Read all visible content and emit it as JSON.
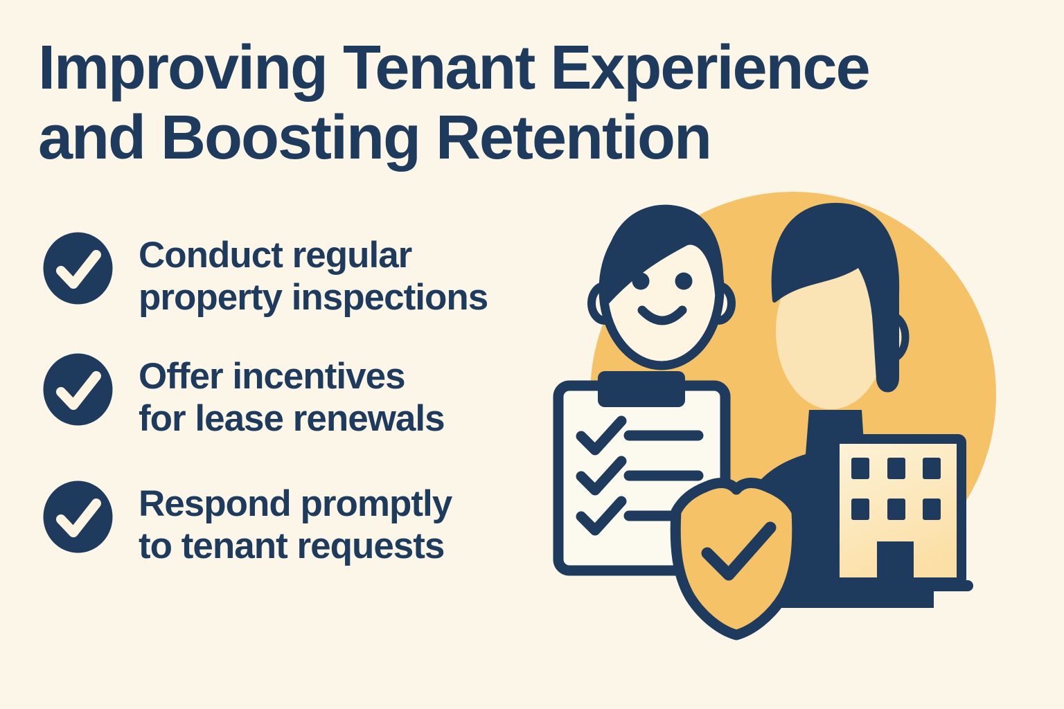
{
  "title": {
    "line1": "Improving Tenant Experience",
    "line2": "and Boosting Retention"
  },
  "checklist": {
    "items": [
      {
        "icon": "check-circle",
        "line1": "Conduct regular",
        "line2": "property inspections"
      },
      {
        "icon": "check-circle",
        "line1": "Offer incentives",
        "line2": "for lease renewals"
      },
      {
        "icon": "check-circle",
        "line1": "Respond promptly",
        "line2": "to tenant requests"
      }
    ]
  },
  "illustration": {
    "background_shape": "yellow-circle",
    "icons": [
      "smiling-person-face-icon",
      "person-bust-icon",
      "clipboard-checklist-icon",
      "shield-checkmark-icon",
      "apartment-building-icon"
    ]
  },
  "colors": {
    "navy": "#1e3a5c",
    "yellow": "#f5c267",
    "cream-bg": "#fbf6e7",
    "paper": "#fcf9ee",
    "skin": "#fae3b4",
    "skin-light": "#fdf4e1",
    "building-top": "#fdf3d9",
    "building-bottom": "#fbdfa6"
  }
}
